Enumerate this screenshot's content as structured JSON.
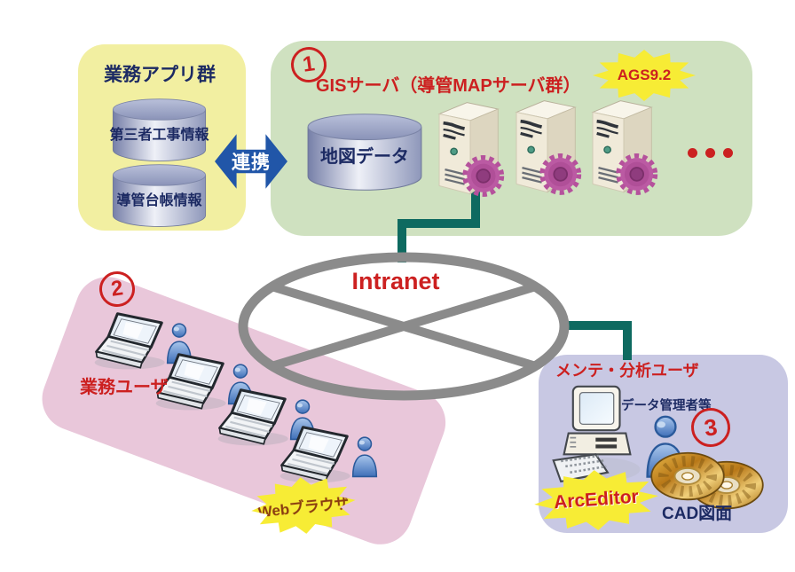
{
  "app_box": {
    "title": "業務アプリ群",
    "databases": [
      "第三者工事情報",
      "導管台帳情報"
    ]
  },
  "link_arrow": {
    "label": "連携"
  },
  "gis_box": {
    "number": "1",
    "title": "GISサーバ（導管MAPサーバ群）",
    "version_badge": "AGS9.2",
    "database": "地図データ",
    "server_count": 3
  },
  "network": {
    "label": "Intranet"
  },
  "business_users": {
    "number": "2",
    "label": "業務ユーザ",
    "client_badge": "Webブラウザ",
    "user_count": 4
  },
  "maintenance_users": {
    "number": "3",
    "title": "メンテ・分析ユーザ",
    "role_label": "データ管理者等",
    "software_badge": "ArcEditor",
    "media_label": "CAD図面"
  },
  "connections": [
    {
      "from": "business-app-box",
      "to": "gis-server-box",
      "via": "link-arrow"
    },
    {
      "from": "gis-server-box",
      "to": "intranet-ring"
    },
    {
      "from": "intranet-ring",
      "to": "maintenance-users-box"
    }
  ],
  "colors": {
    "yellow_box": "#f2efa1",
    "green_box": "#cfe1c0",
    "pink_box": "#e9c7da",
    "purple_box": "#c8c8e3",
    "network_line": "#0e6a60",
    "ring_gray": "#8b8b8b",
    "accent_red": "#cc2020",
    "navy_text": "#1c2a63",
    "arrow_blue": "#2156a8",
    "badge_yellow": "#f7ec35",
    "gear_magenta": "#b5519c"
  }
}
